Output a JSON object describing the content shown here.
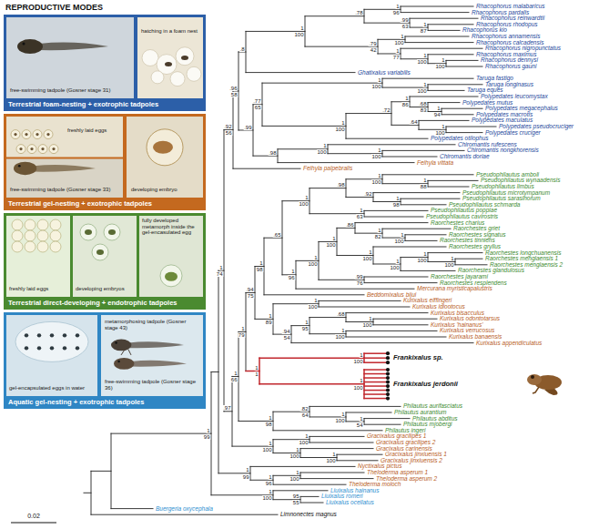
{
  "diagram": {
    "title": "REPRODUCTIVE MODES",
    "nodes": [
      {
        "text": [
          "free-swimming tadpole (Gosner stage 31)",
          "hatching in a foam nest",
          "Terrestrial foam-nesting + exotrophic tadpoles"
        ]
      },
      {
        "text": [
          "freshly laid eggs",
          "developing embryo",
          "free-swimming tadpole (Gosner stage 33)",
          "Terrestrial gel-nesting + exotrophic tadpoles"
        ]
      },
      {
        "text": [
          "freshly laid eggs",
          "developing embryos",
          "fully developed metamorph inside the gel-encasulated egg",
          "Terrestrial direct-developing + endotrophic tadpoles"
        ]
      },
      {
        "text": [
          "metamorphosing tadpole (Gosner stage 43)",
          "gel-encapsulated eggs in water",
          "free-swimming tadpole (Gosner stage 36)",
          "Aquatic gel-nesting + exotrophic tadpoles"
        ]
      }
    ],
    "labels": [
      "Rhacophorus malabaricus",
      "Rhacophorus pardalis",
      "Rhacophorus reinwardtii",
      "Rhacophorus rhodopus",
      "Rhacophorus kio",
      "Rhacophorus annamensis",
      "Rhacophorus calcadensis",
      "Rhacophorus nigropunctatus",
      "Rhacophorus maximus",
      "Rhacophorus dennysi",
      "Rhacophorus gauni",
      "Ghatixalus variabilis",
      "Taruga fastigo",
      "Taruga longinasus",
      "Taruga eques",
      "Polypedates leucomystax",
      "Polypedates mutus",
      "Polypedates megacephalus",
      "Polypedates macrotis",
      "Polypedates maculatus",
      "Polypedates pseudocruciger",
      "Polypedates cruciger",
      "Polypedates otilophus",
      "Chiromantis rufescens",
      "Chiromantis nongkhorensis",
      "Chiromantis doriae",
      "Feihyla vittata",
      "Feihyla palpebralis",
      "Pseudophilautus amboli",
      "Pseudophilautus wynaadensis",
      "Pseudophilautus limbus",
      "Pseudophilautus microtympanum",
      "Pseudophilautus sarasinorum",
      "Pseudophilautus schmarda",
      "Pseudophilautus poppiae",
      "Pseudophilautus cavirostris",
      "Raorchestes charius",
      "Raorchestes griet",
      "Raorchestes signatus",
      "Raorchestes tinniens",
      "Raorchestes gryllus",
      "Raorchestes longchuanensis",
      "Raorchestes menglaensis 1",
      "Raorchestes menglaensis 2",
      "Raorchestes glandulosus",
      "Raorchestes jayarami",
      "Raorchestes resplendens",
      "Mercurana myristicapalustris",
      "Beddomixalus bijui",
      "Kurixalus eiffingeri",
      "Kurixalus idiootocus",
      "Kurixalus bisacculus",
      "Kurixalus odontotarsus",
      "Kurixalus 'hainanus'",
      "Kurixalus verrucosus",
      "Kurixalus banaensis",
      "Kurixalus appendiculatus",
      "Frankixalus sp.",
      "Frankixalus jerdonii",
      "Philautus aurifasciatus",
      "Philautus aurantium",
      "Philautus abditus",
      "Philautus mjobergi",
      "Philautus ingeri",
      "Gracixalus gracilipes 1",
      "Gracixalus gracilipes 2",
      "Gracixalus carinensis",
      "Gracixalus jinxiuensis 1",
      "Gracixalus jinxiuensis 2",
      "Nyctixalus pictus",
      "Theloderma asperum 1",
      "Theloderma asperum 2",
      "Theloderma moloch",
      "Liuixalus hainanus",
      "Liuixalus romeri",
      "Liuixalus ocellatus",
      "Buergeria oxycephala",
      "Limnonectes magnus",
      "0.02",
      "1",
      "99",
      "1",
      "74",
      ".92",
      "56",
      ".96",
      "58",
      ".8",
      "1",
      "100",
      ".78",
      "1",
      "96",
      ".99",
      "63",
      "1",
      "87",
      ".79",
      "42",
      "1",
      "100",
      "1",
      "77",
      "1",
      "100",
      "1",
      "100",
      ".99",
      ".77",
      "65",
      "1",
      "100",
      "1",
      "100",
      "1",
      "100",
      ".72",
      "1",
      "86",
      ".68",
      "83",
      "1",
      "94",
      ".64",
      "1",
      "100",
      ".98",
      "1",
      "100",
      "1",
      "100",
      ".97",
      "1",
      "66",
      "1",
      "79",
      ".94",
      "75",
      "1",
      "98",
      ".65",
      "1",
      "100",
      ".98",
      "1",
      "100",
      "1",
      "88",
      ".92",
      "1",
      "98",
      "1",
      "63",
      "1",
      "96",
      "1",
      "100",
      "1",
      "100",
      ".86",
      "1",
      "82",
      "1",
      "100",
      "1",
      "100",
      "1",
      "100",
      "1",
      "100",
      "1",
      "100",
      ".99",
      "76",
      "1",
      "89",
      "1",
      "100",
      ".94",
      "54",
      "1",
      "95",
      ".68",
      "1",
      "100",
      "1",
      "100",
      "1",
      "1",
      "1",
      "100",
      "1",
      "100",
      "1",
      "98",
      ".82",
      "64",
      "1",
      "100",
      "1",
      "54",
      "1",
      "100",
      "1",
      "100",
      "1",
      "100",
      "1",
      "100",
      "1",
      "99",
      "1",
      "96",
      "1",
      "100",
      "1",
      "100",
      "95",
      "55"
    ]
  }
}
